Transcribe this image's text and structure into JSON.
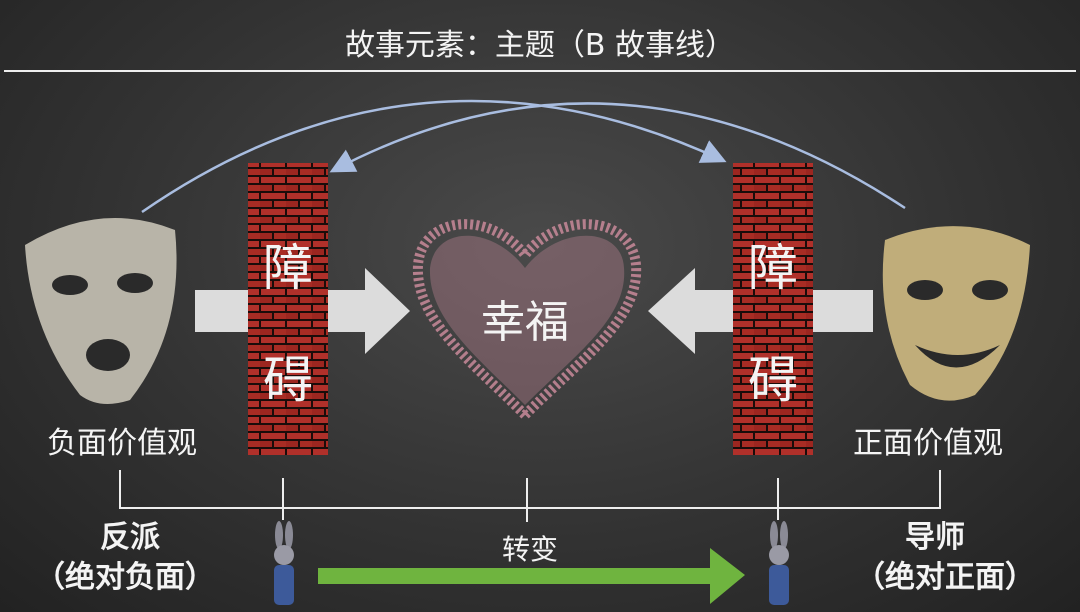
{
  "title": "故事元素：主题（B 故事线）",
  "center": "幸福",
  "wall_left": [
    "障",
    "碍"
  ],
  "wall_right": [
    "障",
    "碍"
  ],
  "left_label": "负面价值观",
  "right_label": "正面价值观",
  "antagonist": "反派",
  "antagonist_sub": "（绝对负面）",
  "change": "转变",
  "mentor": "导师",
  "mentor_sub": "（绝对正面）",
  "colors": {
    "brick": "#a52a22",
    "heart": "#c98a9a",
    "green_arrow": "#6fb43f",
    "arc": "#a9bde0",
    "gray_arrow": "#dcdcdc"
  }
}
